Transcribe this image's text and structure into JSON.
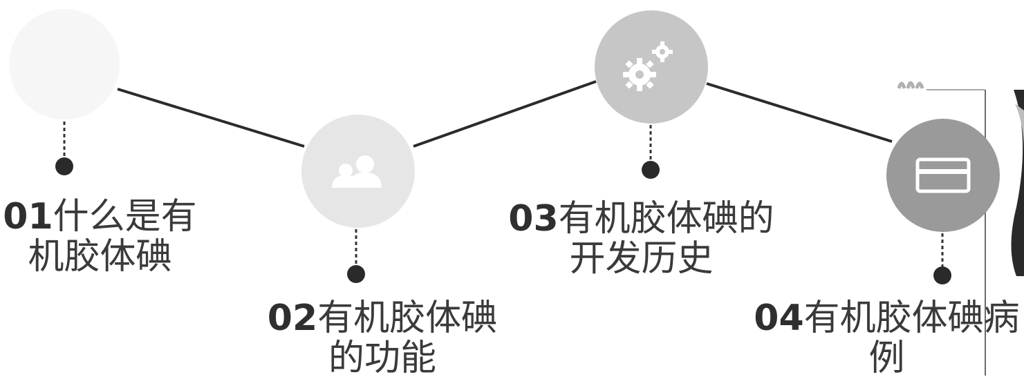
{
  "steps": [
    {
      "number": "01",
      "title_line1": "什么是有",
      "title_line2": "机胶体碘",
      "icon": "blank-circle-icon",
      "color": "#f6f6f6"
    },
    {
      "number": "02",
      "title_line1": "有机胶体碘",
      "title_line2": "的功能",
      "icon": "users-icon",
      "color": "#e6e6e6"
    },
    {
      "number": "03",
      "title_line1": "有机胶体碘的",
      "title_line2": "开发历史",
      "icon": "gears-icon",
      "color": "#c6c6c6"
    },
    {
      "number": "04",
      "title_line1": "有机胶体碘病",
      "title_line2": "例",
      "icon": "credit-card-icon",
      "color": "#9a9a9a"
    }
  ]
}
